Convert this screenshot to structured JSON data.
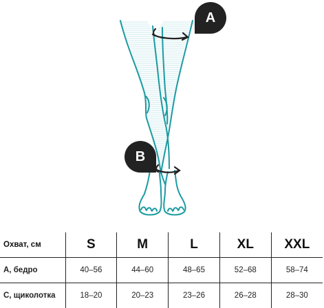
{
  "figure": {
    "marker_a": "A",
    "marker_b": "B",
    "colors": {
      "leg_outline": "#1a9aa0",
      "stocking_lines": "#cde9ec",
      "marker_bg": "#222222"
    }
  },
  "table": {
    "header": {
      "label": "Охват, см",
      "sizes": [
        "S",
        "M",
        "L",
        "XL",
        "XXL"
      ]
    },
    "rows": [
      {
        "label": "А, бедро",
        "values": [
          "40–56",
          "44–60",
          "48–65",
          "52–68",
          "58–74"
        ]
      },
      {
        "label": "С, щиколотка",
        "values": [
          "18–20",
          "20–23",
          "23–26",
          "26–28",
          "28–30"
        ]
      }
    ]
  }
}
